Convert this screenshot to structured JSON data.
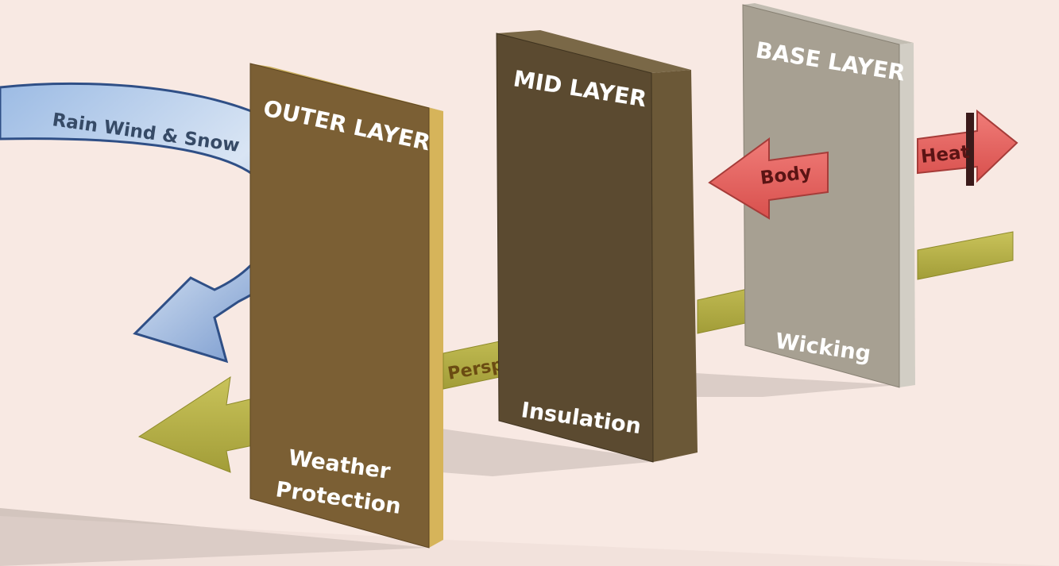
{
  "layers": {
    "outer": {
      "title": "OUTER LAYER",
      "function_line1": "Weather",
      "function_line2": "Protection",
      "color": "#7b5f34"
    },
    "mid": {
      "title": "MID LAYER",
      "function": "Insulation",
      "color": "#5b4a30"
    },
    "base": {
      "title": "BASE LAYER",
      "function": "Wicking",
      "color": "#a7a092"
    }
  },
  "flows": {
    "weather": {
      "label": "Rain Wind & Snow",
      "color": "#7da1d4"
    },
    "perspiration": {
      "label": "Perspiration",
      "color": "#b2ad46"
    },
    "body": {
      "label": "Body",
      "color": "#e56764"
    },
    "heat": {
      "label": "Heat",
      "color": "#e56764"
    }
  }
}
